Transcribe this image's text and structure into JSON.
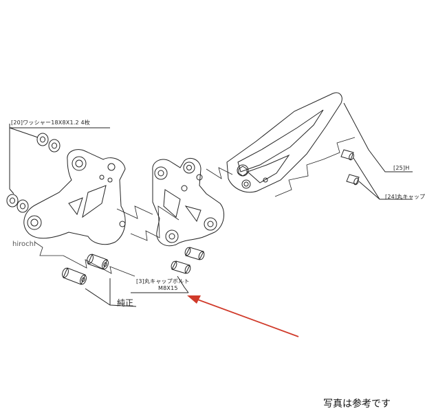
{
  "labels": {
    "washer": "[20]ワッシャー18X8X1.2 4枚",
    "cap_bolt_name": "[3]丸キャップボルト",
    "cap_bolt_size": "M8X15",
    "oem": "純正",
    "part25": "[25]H",
    "part24": "[24]丸キャップ"
  },
  "watermark": "hirochi",
  "caption": "写真は参考です",
  "colors": {
    "line": "#222222",
    "arrow": "#d03a2a"
  }
}
